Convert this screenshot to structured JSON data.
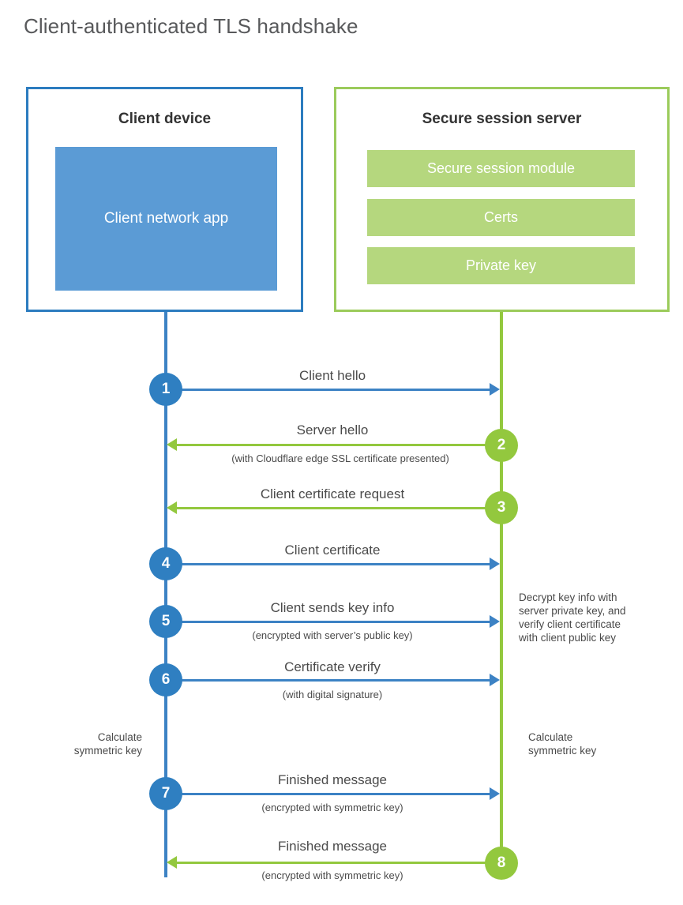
{
  "title": "Client-authenticated TLS handshake",
  "client": {
    "title": "Client device",
    "app_label": "Client network\napp",
    "lifeline_color": "#3c82c4"
  },
  "server": {
    "title": "Secure session server",
    "components": [
      {
        "label": "Secure session module"
      },
      {
        "label": "Certs"
      },
      {
        "label": "Private key"
      }
    ],
    "lifeline_color": "#93c83e"
  },
  "steps": [
    {
      "number": "1",
      "direction": "client-to-server",
      "label": "Client hello",
      "sublabel": "",
      "badge_color": "#2f7fc1"
    },
    {
      "number": "2",
      "direction": "server-to-client",
      "label": "Server hello",
      "sublabel": "(with Cloudflare edge SSL certificate presented)",
      "badge_color": "#93c83e"
    },
    {
      "number": "3",
      "direction": "server-to-client",
      "label": "Client certificate request",
      "sublabel": "",
      "badge_color": "#93c83e"
    },
    {
      "number": "4",
      "direction": "client-to-server",
      "label": "Client certificate",
      "sublabel": "",
      "badge_color": "#2f7fc1"
    },
    {
      "number": "5",
      "direction": "client-to-server",
      "label": "Client sends key info",
      "sublabel": "(encrypted with server’s public key)",
      "badge_color": "#2f7fc1"
    },
    {
      "number": "6",
      "direction": "client-to-server",
      "label": "Certificate verify",
      "sublabel": "(with digital signature)",
      "badge_color": "#2f7fc1"
    },
    {
      "number": "7",
      "direction": "client-to-server",
      "label": "Finished message",
      "sublabel": "(encrypted with symmetric key)",
      "badge_color": "#2f7fc1"
    },
    {
      "number": "8",
      "direction": "server-to-client",
      "label": "Finished message",
      "sublabel": "(encrypted with symmetric key)",
      "badge_color": "#93c83e"
    }
  ],
  "notes": {
    "server_decrypt": "Decrypt key info with\nserver private key, and\nverify client certificate\nwith client public key",
    "client_calculate": "Calculate\nsymmetric key",
    "server_calculate": "Calculate\nsymmetric key"
  },
  "colors": {
    "blue_border": "#2c7cbf",
    "blue_fill": "#5b9bd5",
    "blue_badge": "#2f7fc1",
    "green_border": "#9bcb5b",
    "green_fill": "#b5d77e",
    "green_badge": "#93c83e",
    "text": "#4a4a4a",
    "title_text": "#58595b"
  }
}
